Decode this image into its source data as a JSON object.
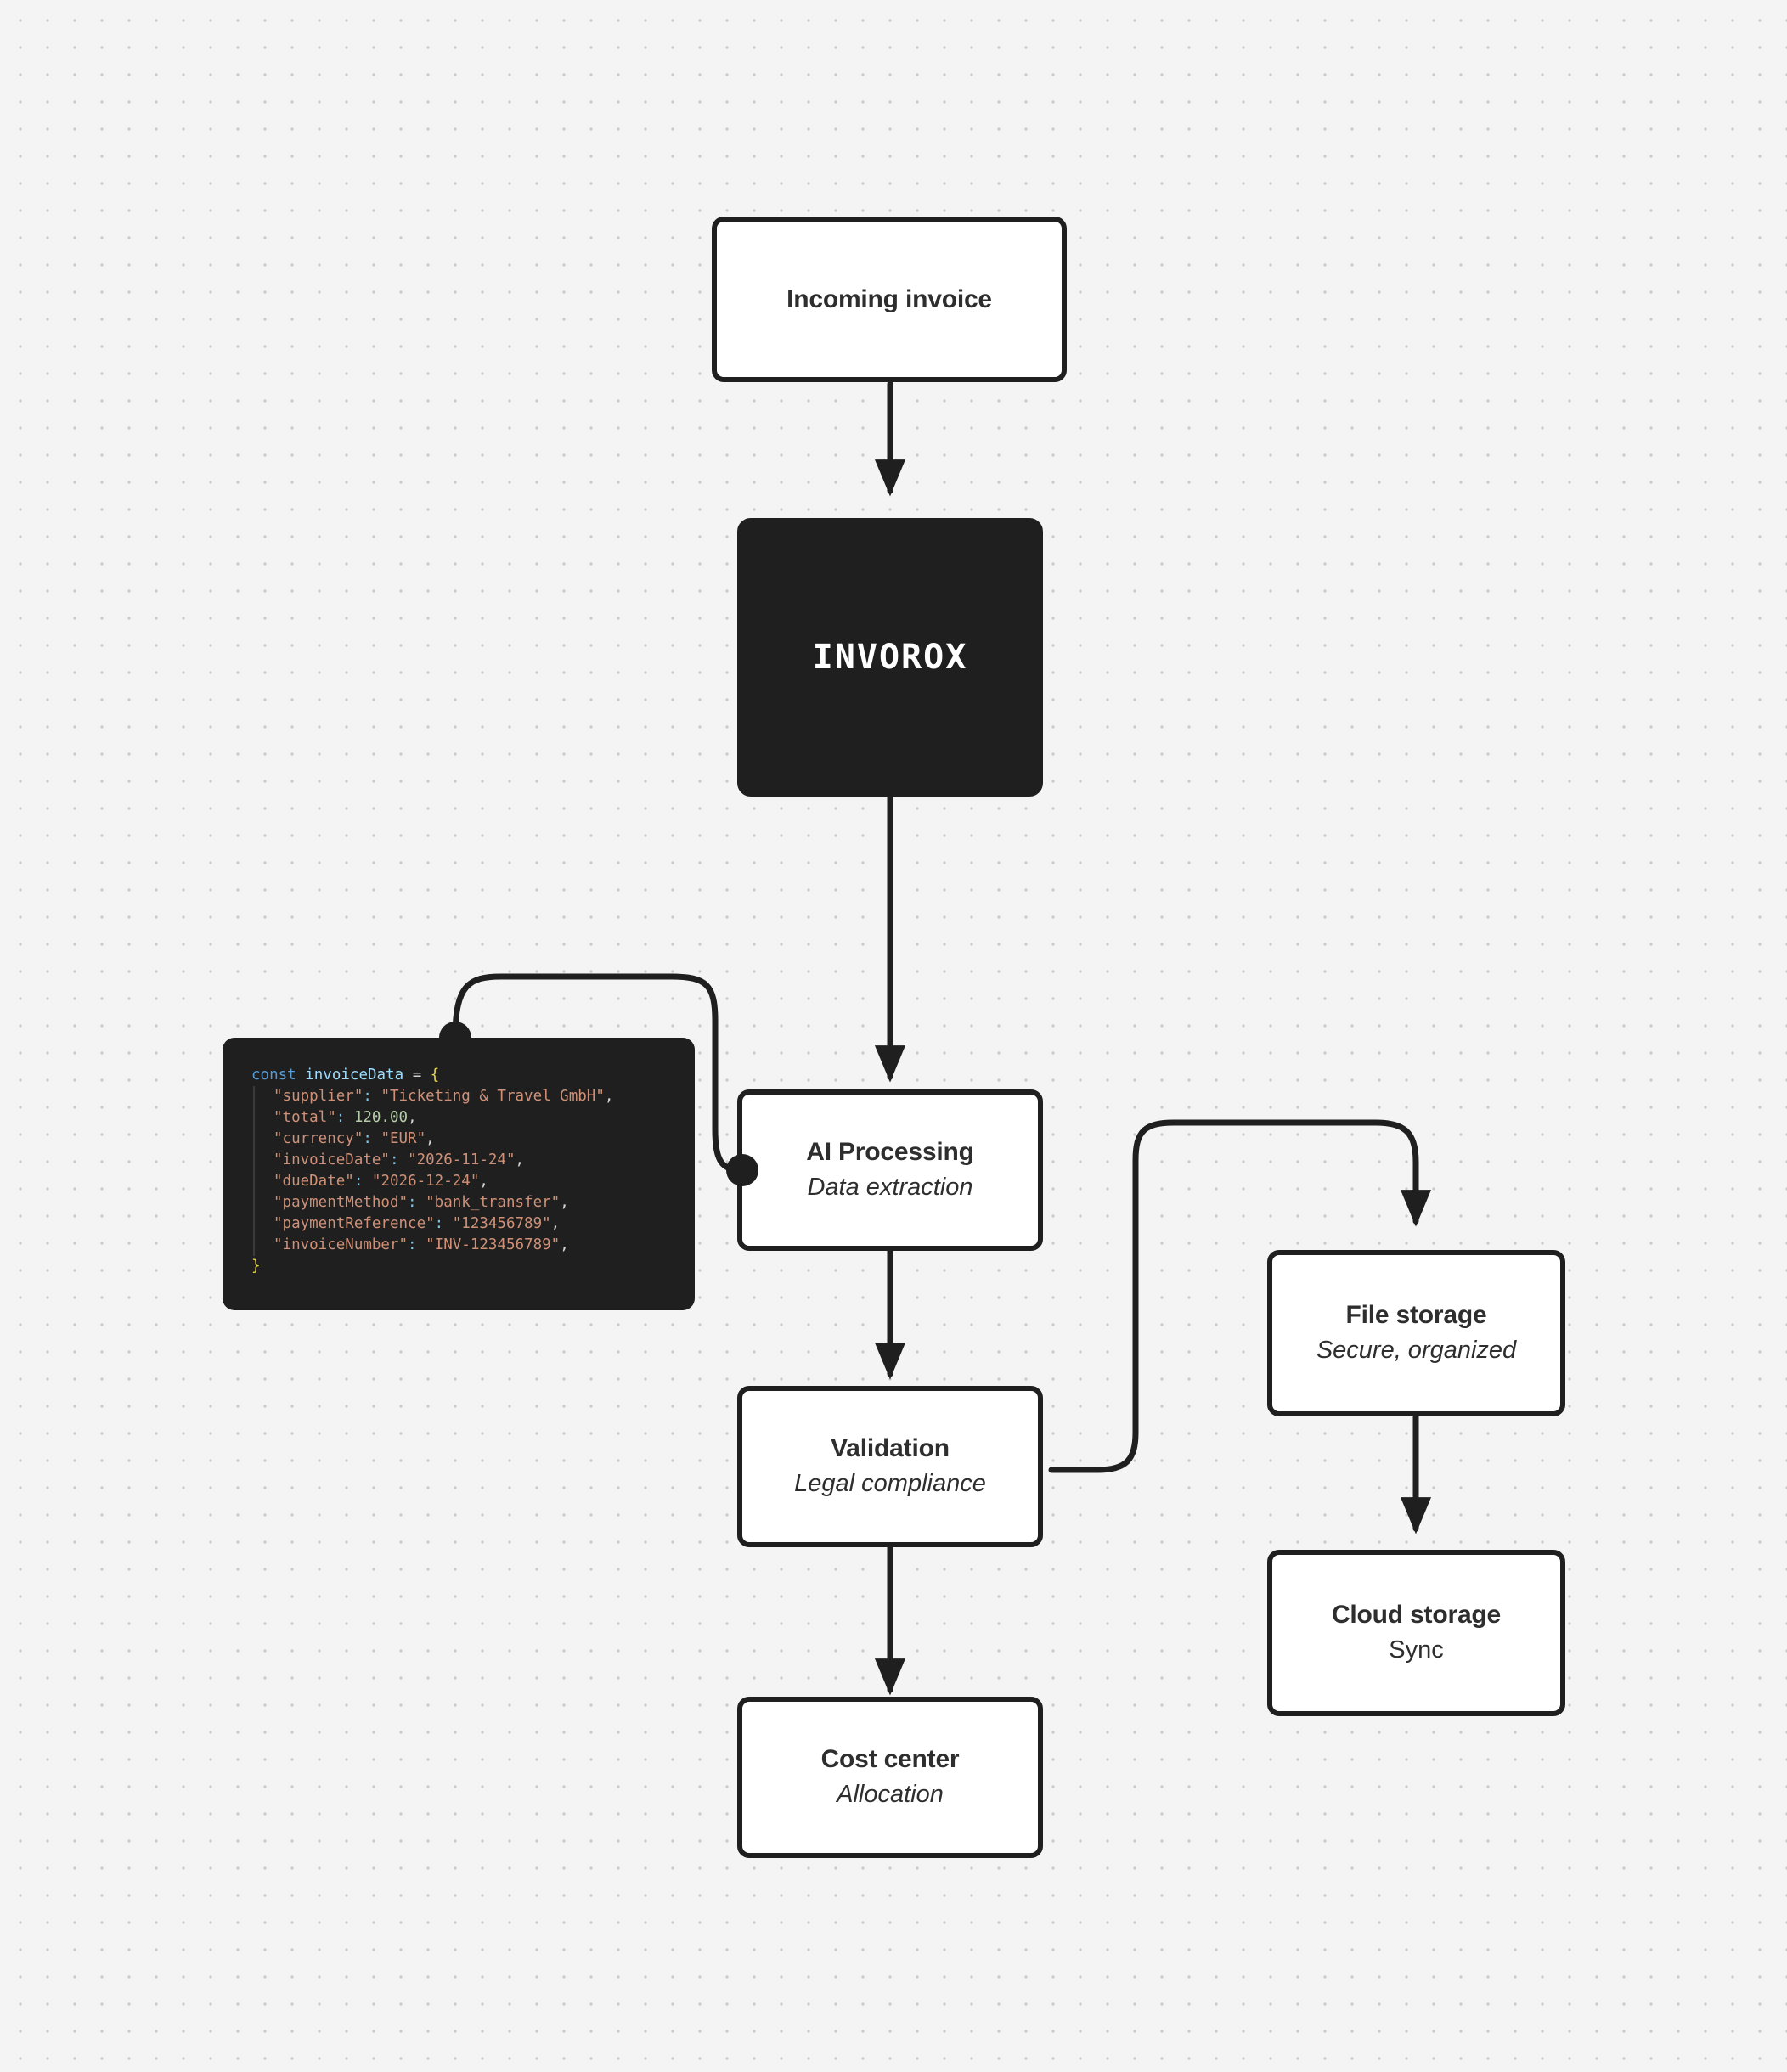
{
  "canvas": {
    "background_color": "#f4f4f4",
    "dot_color": "#c9c9c9",
    "edge_color": "#1f1f1f",
    "node_border_color": "#1f1f1f",
    "node_fill_color": "#ffffff",
    "dark_fill_color": "#1f1f1f"
  },
  "nodes": {
    "incoming_invoice": {
      "title": "Incoming invoice",
      "subtitle": ""
    },
    "invorox": {
      "title": "INVOROX",
      "subtitle": ""
    },
    "ai_processing": {
      "title": "AI Processing",
      "subtitle": "Data extraction"
    },
    "validation": {
      "title": "Validation",
      "subtitle": "Legal compliance"
    },
    "cost_center": {
      "title": "Cost center",
      "subtitle": "Allocation"
    },
    "file_storage": {
      "title": "File storage",
      "subtitle": "Secure, organized"
    },
    "cloud_storage": {
      "title": "Cloud storage",
      "subtitle": "Sync"
    }
  },
  "code_block": {
    "language": "javascript",
    "declaration_keyword": "const",
    "variable_name": "invoiceData",
    "assign_operator": "=",
    "open_brace": "{",
    "close_brace": "}",
    "entries": [
      {
        "key": "\"supplier\"",
        "value": "\"Ticketing & Travel GmbH\"",
        "kind": "string"
      },
      {
        "key": "\"total\"",
        "value": "120.00",
        "kind": "number"
      },
      {
        "key": "\"currency\"",
        "value": "\"EUR\"",
        "kind": "string"
      },
      {
        "key": "\"invoiceDate\"",
        "value": "\"2026-11-24\"",
        "kind": "string"
      },
      {
        "key": "\"dueDate\"",
        "value": "\"2026-12-24\"",
        "kind": "string"
      },
      {
        "key": "\"paymentMethod\"",
        "value": "\"bank_transfer\"",
        "kind": "string"
      },
      {
        "key": "\"paymentReference\"",
        "value": "\"123456789\"",
        "kind": "string"
      },
      {
        "key": "\"invoiceNumber\"",
        "value": "\"INV-123456789\"",
        "kind": "string"
      }
    ],
    "colors": {
      "background": "#1f1f1f",
      "keyword": "#569cd6",
      "variable": "#9cdcfe",
      "brace": "#e8d44d",
      "key": "#ce9178",
      "colon": "#7cc5e8",
      "string": "#ce9178",
      "number": "#b5cea8"
    }
  },
  "edges": [
    {
      "from": "incoming_invoice",
      "to": "invorox",
      "style": "straight-arrow"
    },
    {
      "from": "invorox",
      "to": "ai_processing",
      "style": "straight-arrow"
    },
    {
      "from": "code_block",
      "to": "ai_processing",
      "style": "curved"
    },
    {
      "from": "ai_processing",
      "to": "validation",
      "style": "straight-arrow"
    },
    {
      "from": "validation",
      "to": "cost_center",
      "style": "straight-arrow"
    },
    {
      "from": "validation",
      "to": "file_storage",
      "style": "curved-arrow"
    },
    {
      "from": "file_storage",
      "to": "cloud_storage",
      "style": "straight-arrow"
    }
  ]
}
